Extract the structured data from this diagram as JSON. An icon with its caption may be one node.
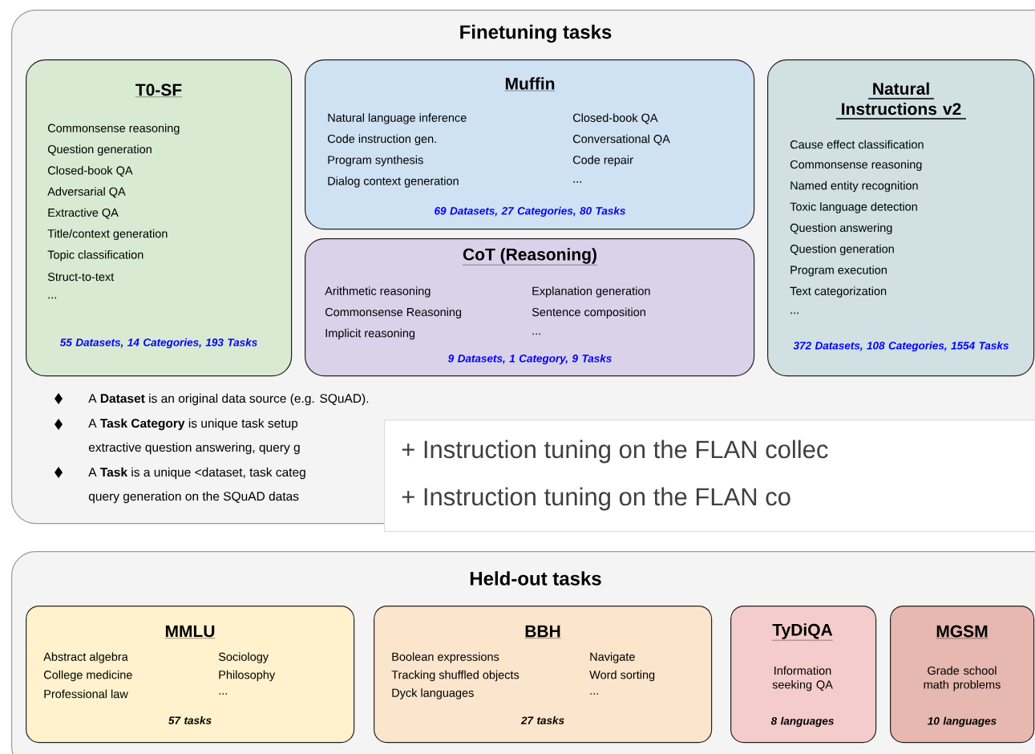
{
  "diagram": {
    "nodes": [
      {
        "text": [
          "Finetuning tasks"
        ]
      },
      {
        "text": [
          "T0-SF",
          "Commonsense reasoning",
          "Question generation",
          "Closed-book QA",
          "Adversarial QA",
          "Extractive QA",
          "Title/context generation",
          "Topic classification",
          "Struct-to-text",
          "...",
          "55 Datasets, 14 Categories, 193 Tasks"
        ],
        "in": 0
      },
      {
        "text": [
          "Muffin",
          "Natural language inference",
          "Code instruction gen.",
          "Program synthesis",
          "Dialog context generation",
          "Closed-book QA",
          "Conversational QA",
          "Code repair",
          "...",
          "69 Datasets, 27 Categories, 80 Tasks"
        ],
        "in": 0
      },
      {
        "text": [
          "CoT (Reasoning)",
          "Arithmetic reasoning",
          "Commonsense Reasoning",
          "Implicit reasoning",
          "Explanation generation",
          "Sentence composition",
          "...",
          "9 Datasets, 1 Category, 9 Tasks"
        ],
        "in": 0
      },
      {
        "text": [
          "Natural Instructions v2",
          "Cause effect classification",
          "Commonsense reasoning",
          "Named entity recognition",
          "Toxic language detection",
          "Question answering",
          "Question generation",
          "Program execution",
          "Text categorization",
          "...",
          "372 Datasets, 108 Categories, 1554 Tasks"
        ],
        "in": 0
      },
      {
        "text": [
          "Held-out tasks"
        ]
      },
      {
        "text": [
          "MMLU",
          "Abstract algebra",
          "College medicine",
          "Professional law",
          "Sociology",
          "Philosophy",
          "...",
          "57 tasks"
        ],
        "in": 5
      },
      {
        "text": [
          "BBH",
          "Boolean expressions",
          "Tracking shuffled objects",
          "Dyck languages",
          "Navigate",
          "Word sorting",
          "...",
          "27 tasks"
        ],
        "in": 5
      },
      {
        "text": [
          "TyDiQA",
          "Information seeking QA",
          "8 languages"
        ],
        "in": 5
      },
      {
        "text": [
          "MGSM",
          "Grade school math problems",
          "10 languages"
        ],
        "in": 5
      },
      {
        "text": [
          "+ Instruction tuning on the FLAN collec",
          "+ Instruction tuning on the FLAN co"
        ]
      }
    ],
    "labels": [
      "A **Dataset** is an original data source (e.g. SQuAD).",
      "A **Task Category** is unique task setup",
      "extractive question answering, query g",
      "A **Task** is a unique <dataset, task categ",
      "query generation on the SQuAD datas"
    ]
  }
}
